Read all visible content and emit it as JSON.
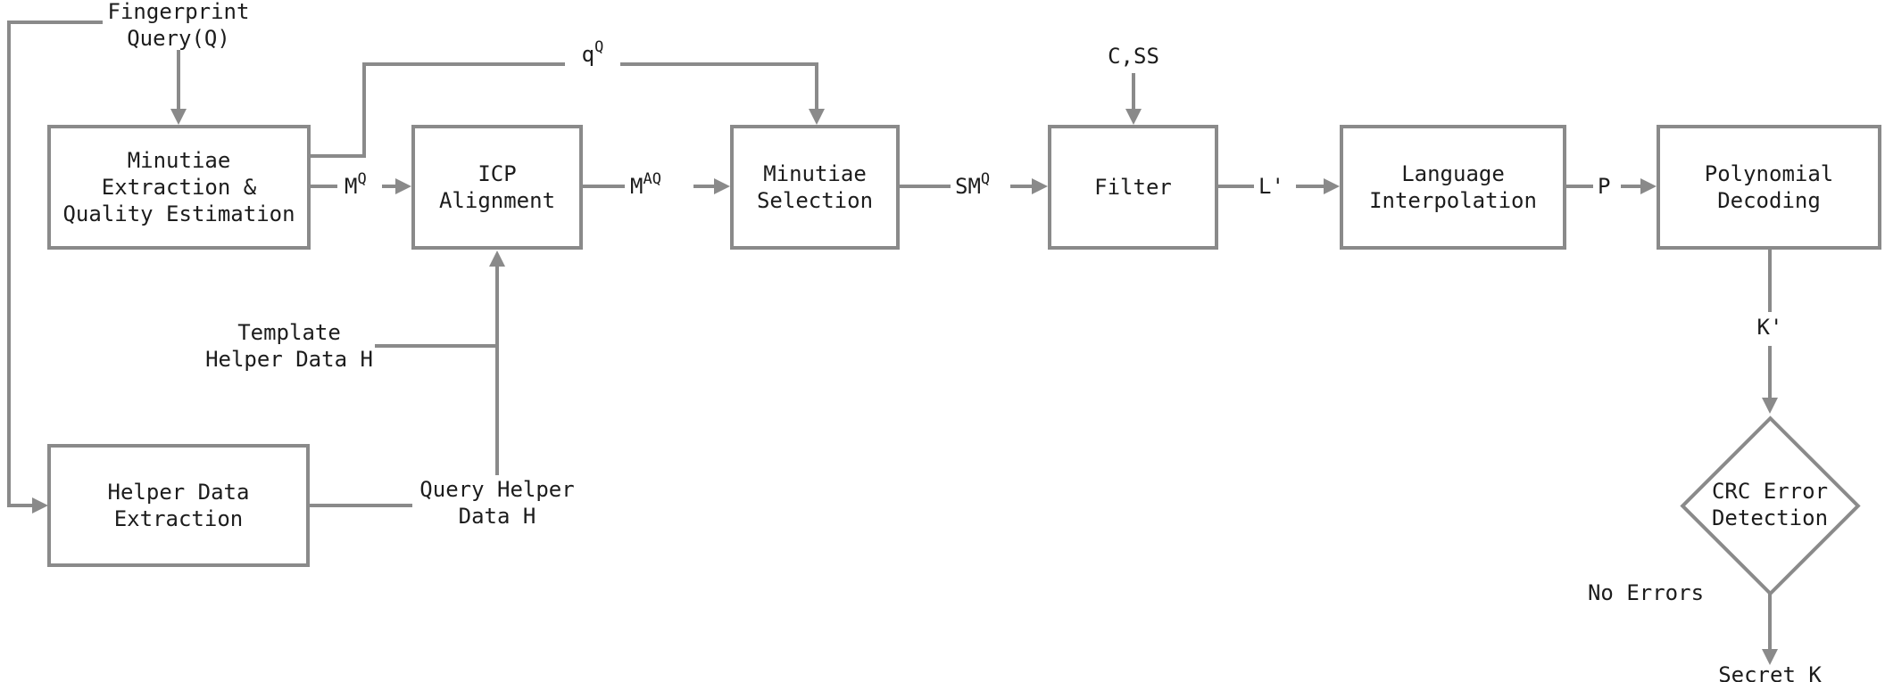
{
  "diagram": {
    "nodes": {
      "minutiae_extraction": {
        "label": "Minutiae\nExtraction &\nQuality Estimation"
      },
      "icp_alignment": {
        "label": "ICP\nAlignment"
      },
      "minutiae_selection": {
        "label": "Minutiae\nSelection"
      },
      "filter": {
        "label": "Filter"
      },
      "language_interpolation": {
        "label": "Language\nInterpolation"
      },
      "polynomial_decoding": {
        "label": "Polynomial\nDecoding"
      },
      "helper_data_extraction": {
        "label": "Helper Data\nExtraction"
      },
      "crc_error_detection": {
        "label": "CRC Error\nDetection"
      }
    },
    "edge_labels": {
      "fingerprint_query": "Fingerprint\nQuery(Q)",
      "template_helper_data": "Template\nHelper Data H",
      "query_helper_data": "Query Helper\nData H",
      "q_q": {
        "base": "q",
        "sup": "Q"
      },
      "m_q": {
        "base": "M",
        "sup": "Q"
      },
      "m_aq": {
        "base": "M",
        "sup": "AQ"
      },
      "sm_q": {
        "base": "SM",
        "sup": "Q"
      },
      "c_ss": "C,SS",
      "l_prime": "L'",
      "p": "P",
      "k_prime": "K'",
      "no_errors": "No Errors",
      "secret_k": "Secret K"
    },
    "colors": {
      "line": "#8a8a8a",
      "text": "#1c1c1c",
      "background": "#ffffff"
    }
  }
}
